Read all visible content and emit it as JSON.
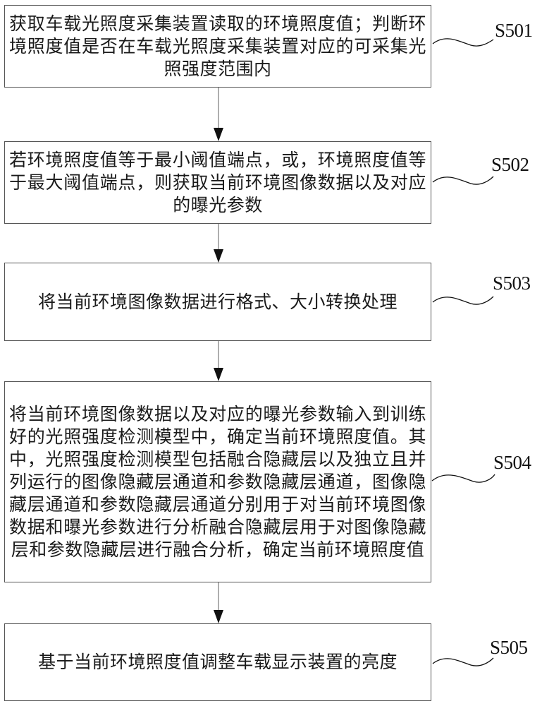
{
  "diagram": {
    "type": "flowchart",
    "direction": "top-to-bottom",
    "colors": {
      "border": "#555555",
      "arrow": "#111111",
      "connector_line": "#777777",
      "text": "#1a1a1a"
    },
    "steps": [
      {
        "id": "S501",
        "label": "S501",
        "text": "获取车载光照度采集装置读取的环境照度值；判断环境照度值是否在车载光照度采集装置对应的可采集光照强度范围内"
      },
      {
        "id": "S502",
        "label": "S502",
        "text": "若环境照度值等于最小阈值端点，或，环境照度值等于最大阈值端点，则获取当前环境图像数据以及对应的曝光参数"
      },
      {
        "id": "S503",
        "label": "S503",
        "text": "将当前环境图像数据进行格式、大小转换处理"
      },
      {
        "id": "S504",
        "label": "S504",
        "text": "将当前环境图像数据以及对应的曝光参数输入到训练好的光照强度检测模型中，确定当前环境照度值。其中，光照强度检测模型包括融合隐藏层以及独立且并列运行的图像隐藏层通道和参数隐藏层通道，图像隐藏层通道和参数隐藏层通道分别用于对当前环境图像数据和曝光参数进行分析融合隐藏层用于对图像隐藏层和参数隐藏层进行融合分析，确定当前环境照度值"
      },
      {
        "id": "S505",
        "label": "S505",
        "text": "基于当前环境照度值调整车载显示装置的亮度"
      }
    ],
    "edges": [
      {
        "from": "S501",
        "to": "S502"
      },
      {
        "from": "S502",
        "to": "S503"
      },
      {
        "from": "S503",
        "to": "S504"
      },
      {
        "from": "S504",
        "to": "S505"
      }
    ]
  }
}
